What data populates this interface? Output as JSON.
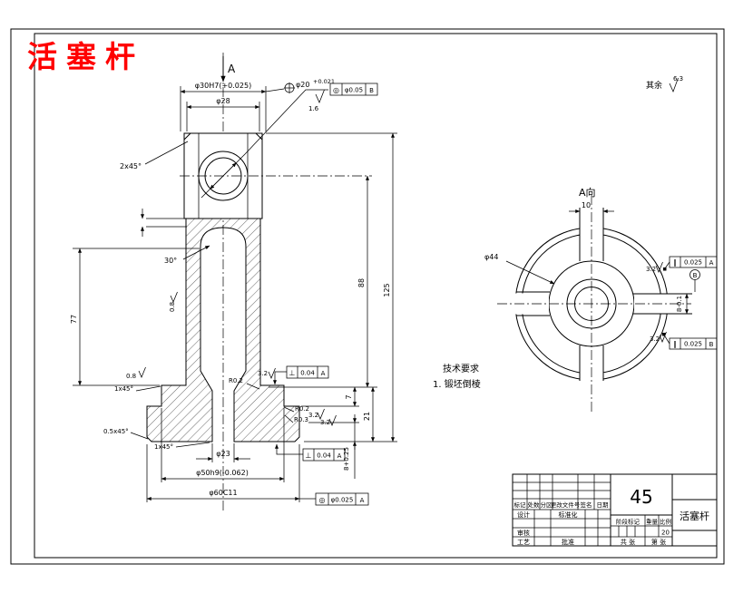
{
  "window": {
    "bg": "#ffffff",
    "line_color": "#000000",
    "accent_red": "#ff0000"
  },
  "title": {
    "red_label": "活塞杆"
  },
  "general_note": {
    "prefix": "其余",
    "value": "6.3"
  },
  "tech_req": {
    "heading": "技术要求",
    "item1": "1. 锻坯倒棱"
  },
  "front": {
    "section_label": "A",
    "dim_d30": "φ30H7(+0.025)",
    "dim_d28": "φ28",
    "dim_d20": "φ20",
    "dim_d20_tol": "+0.021",
    "rough_16": "1.6",
    "fcf_hole": {
      "sym": "◎",
      "tol": "φ0.05",
      "datum": "B"
    },
    "chamfer_2x45": "2x45°",
    "angle_30": "30°",
    "rough_08a": "0.8",
    "rough_08b": "0.8",
    "dim_77": "77",
    "dim_88": "88",
    "dim_125": "125",
    "dim_7": "7",
    "dim_21": "21",
    "dim_8": "8+0.25",
    "rough_32a": "3.2",
    "rough_32b": "3.2",
    "rough_32c": "3.2",
    "r_02a": "R0.2",
    "r_02b": "R0.2",
    "r_03": "R0.3",
    "fcf_top": {
      "sym": "⊥",
      "tol": "0.04",
      "datum": "A"
    },
    "fcf_bottom": {
      "sym": "⊥",
      "tol": "0.04",
      "datum": "A"
    },
    "chamfer_1x45a": "1x45°",
    "chamfer_05x45": "0.5x45°",
    "chamfer_1x45b": "1x45°",
    "dim_d23": "φ23",
    "dim_d50": "φ50h9(-0.062)",
    "dim_d60": "φ60C11",
    "fcf_flange": {
      "sym": "◎",
      "tol": "φ0.025",
      "datum": "A"
    }
  },
  "side": {
    "label": "A向",
    "dim_10": "10",
    "dim_d44": "φ44",
    "dim_8": "8-0.1",
    "rough_32a": "3.2",
    "rough_32b": "3.2",
    "fcf_top": {
      "sym": "∥",
      "tol": "0.025",
      "datum": "A"
    },
    "fcf_bottom": {
      "sym": "∥",
      "tol": "0.025",
      "datum": "B"
    },
    "datum_b": "B"
  },
  "title_block": {
    "material": "45",
    "part_name": "活塞杆",
    "h_biaoji": "标记",
    "h_chushu": "处数",
    "h_fenqu": "分区",
    "h_genggai": "更改文件号",
    "h_qianming": "签名",
    "h_riqi": "日期",
    "r_sheji": "设计",
    "r_biaozhunhua": "标准化",
    "r_shenhe": "审核",
    "r_gongyi": "工艺",
    "r_pizhun": "批准",
    "s_jieduan": "阶段标记",
    "s_zhongliang": "重量",
    "s_bili": "比例",
    "scale_value": "20",
    "sheet_total": "共  张",
    "sheet_no": "第  张"
  }
}
